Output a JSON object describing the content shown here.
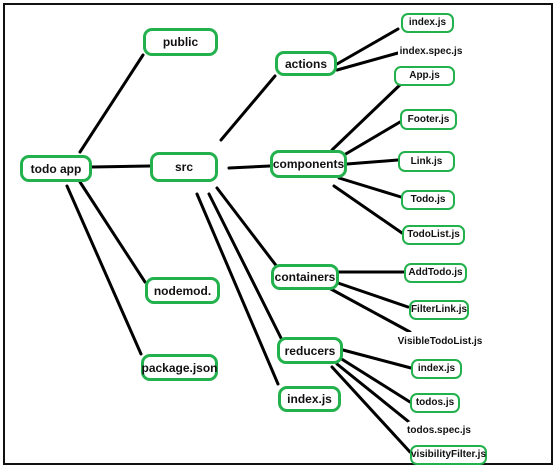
{
  "diagram": {
    "title": "",
    "line_color": "#000000",
    "node_border_color": "#22b14c",
    "nodes": {
      "todo_app": "todo app",
      "public": "public",
      "src": "src",
      "nodemod": "nodemod.",
      "package_json": "package.json",
      "actions": "actions",
      "components": "components",
      "containers": "containers",
      "reducers": "reducers",
      "src_index_js": "index.js",
      "actions_index_js": "index.js",
      "actions_index_spec_js": "index.spec.js",
      "app_js": "App.js",
      "footer_js": "Footer.js",
      "link_js": "Link.js",
      "todo_js": "Todo.js",
      "todolist_js": "TodoList.js",
      "addtodo_js": "AddTodo.js",
      "filterlink_js": "FilterLink.js",
      "visibletodolist_js": "VisibleTodoList.js",
      "reducers_index_js": "index.js",
      "todos_js": "todos.js",
      "todos_spec_js": "todos.spec.js",
      "visibilityfilter_js": "visibilityFilter.js"
    }
  }
}
